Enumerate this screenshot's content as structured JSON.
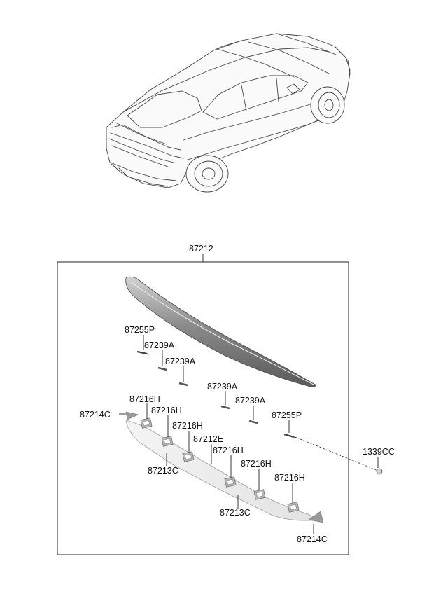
{
  "colors": {
    "line": "#222222",
    "spoiler_dark": "#5a5a5a",
    "spoiler_light": "#d2d2d2",
    "tape": "#eeeeee",
    "pad": "#b8b8b8"
  },
  "labels": {
    "assembly": "87212",
    "screw_top": "87255P",
    "clip_1": "87239A",
    "clip_2": "87239A",
    "clip_3": "87239A",
    "clip_4": "87239A",
    "screw_right": "87255P",
    "nut": "1339CC",
    "tape_end_left": "87214C",
    "tape_end_right": "87214C",
    "pad_1": "87216H",
    "pad_2": "87216H",
    "pad_3": "87216H",
    "pad_4": "87216H",
    "pad_5": "87216H",
    "pad_6": "87216H",
    "tape_strip": "87212E",
    "tape_left": "87213C",
    "tape_right": "87213C"
  },
  "icons": [
    "car-rear-view-icon",
    "spoiler-icon",
    "tape-strip-icon"
  ]
}
